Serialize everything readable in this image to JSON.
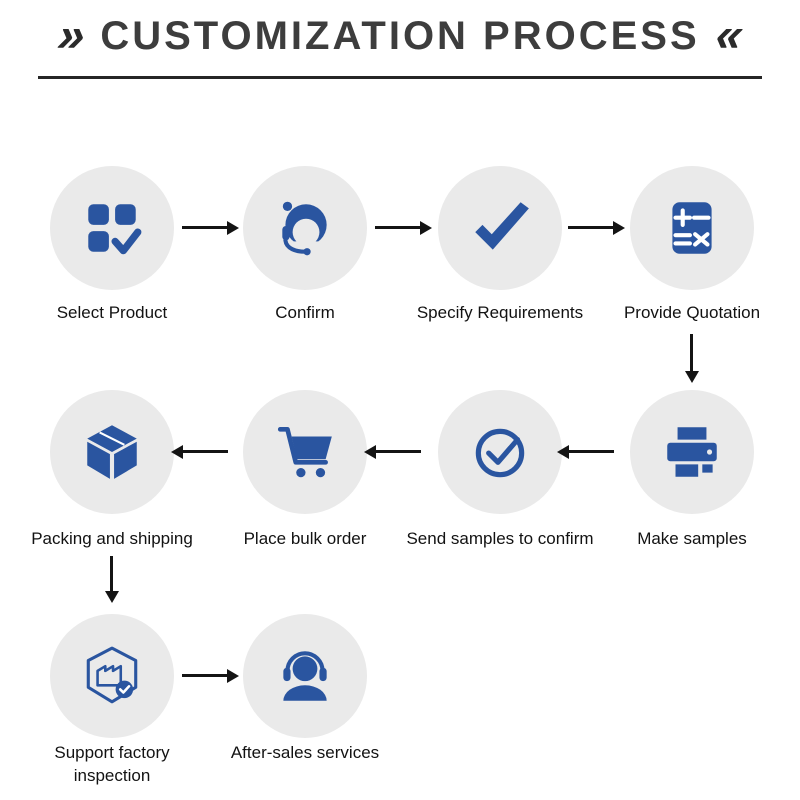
{
  "title": {
    "text": "CUSTOMIZATION PROCESS",
    "left_mark": "»",
    "right_mark": "«"
  },
  "colors": {
    "icon_blue": "#2a55a0",
    "circle_bg": "#eaeaea",
    "arrow": "#141414",
    "title_text": "#3d3d3d",
    "underline": "#262626"
  },
  "steps": [
    {
      "label": "Select Product",
      "icon": "product-grid-check-icon"
    },
    {
      "label": "Confirm",
      "icon": "customer-service-icon"
    },
    {
      "label": "Specify Requirements",
      "icon": "checkmark-icon"
    },
    {
      "label": "Provide Quotation",
      "icon": "calculator-icon"
    },
    {
      "label": "Make samples",
      "icon": "printer-icon"
    },
    {
      "label": "Send samples to confirm",
      "icon": "circle-check-icon"
    },
    {
      "label": "Place bulk order",
      "icon": "shopping-cart-icon"
    },
    {
      "label": "Packing and shipping",
      "icon": "package-box-icon"
    },
    {
      "label": "Support factory inspection",
      "icon": "factory-inspection-icon"
    },
    {
      "label": "After-sales services",
      "icon": "headset-support-icon"
    }
  ]
}
